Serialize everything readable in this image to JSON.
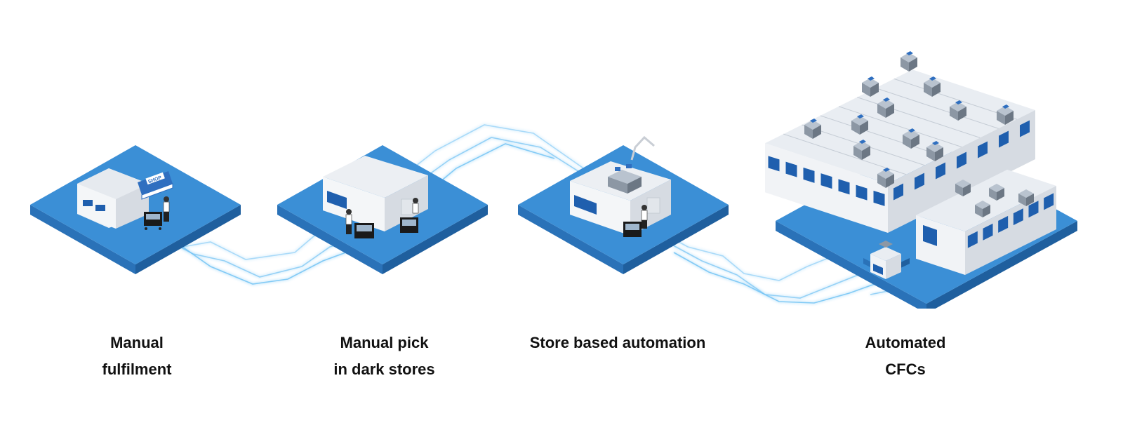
{
  "colors": {
    "platform_top": "#3b8fd6",
    "platform_left": "#2a72b8",
    "platform_right": "#1f5f9e",
    "wall_light": "#f1f3f6",
    "wall_shade": "#d6dbe2",
    "roof": "#e9edf2",
    "window": "#1f5fae",
    "network_line": "#5ab8f2",
    "text": "#111111"
  },
  "stages": [
    {
      "id": "manual-fulfilment",
      "lines": [
        "Manual",
        "fulfilment"
      ],
      "icon": "shop-building-icon"
    },
    {
      "id": "manual-pick-dark-stores",
      "lines": [
        "Manual pick",
        "in dark stores"
      ],
      "icon": "dark-store-building-icon"
    },
    {
      "id": "store-based-automation",
      "lines": [
        "Store based automation"
      ],
      "icon": "automated-store-icon"
    },
    {
      "id": "automated-cfcs",
      "lines": [
        "Automated",
        "CFCs"
      ],
      "icon": "fulfilment-center-icon"
    }
  ],
  "shop_sign": "SHOP"
}
